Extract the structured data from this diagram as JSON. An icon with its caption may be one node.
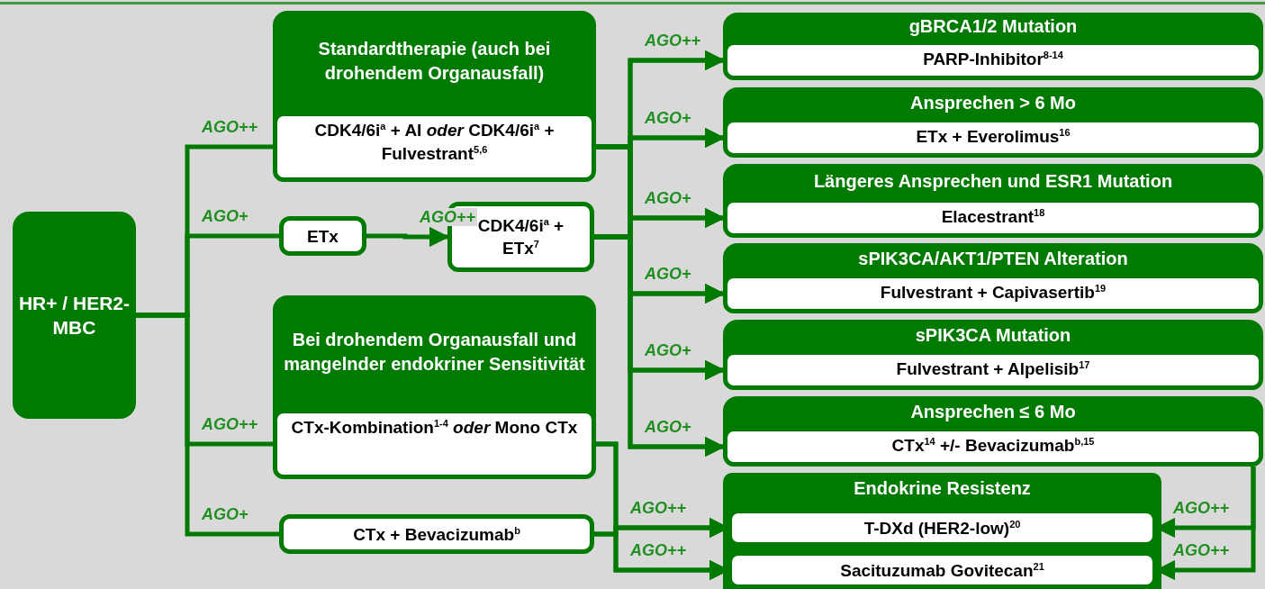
{
  "diagram": {
    "nodes": [
      {
        "text": [
          "HR+ / HER2- MBC"
        ]
      },
      {
        "text": [
          "Standardtherapie (auch bei drohendem Organausfall)",
          "CDK4/6i$^{a}$ + AI *oder* CDK4/6i$^{a}$ + Fulvestrant$^{5,6}$"
        ]
      },
      {
        "text": [
          "ETx"
        ]
      },
      {
        "text": [
          "CDK4/6i$^{a}$ + ETx$^{7}$"
        ]
      },
      {
        "text": [
          "Bei drohendem Organausfall und mangelnder endokriner Sensitivität",
          "CTx-Kombination$^{1-4}$ *oder* Mono CTx"
        ]
      },
      {
        "text": [
          "CTx + Bevacizumab$^{b}$"
        ]
      },
      {
        "text": [
          "gBRCA1/2 Mutation",
          "PARP-Inhibitor$^{8-14}$"
        ]
      },
      {
        "text": [
          "Ansprechen > 6 Mo",
          "ETx + Everolimus$^{16}$"
        ]
      },
      {
        "text": [
          "Längeres Ansprechen und ESR1 Mutation",
          "Elacestrant$^{18}$"
        ]
      },
      {
        "text": [
          "sPIK3CA/AKT1/PTEN Alteration",
          "Fulvestrant + Capivasertib$^{19}$"
        ]
      },
      {
        "text": [
          "sPIK3CA Mutation",
          "Fulvestrant + Alpelisib$^{17}$"
        ]
      },
      {
        "text": [
          "Ansprechen ≤ 6 Mo",
          "CTx$^{14}$ +/- Bevacizumab$^{b,15}$"
        ]
      },
      {
        "text": [
          "Endokrine Resistenz"
        ]
      },
      {
        "text": [
          "T-DXd (HER2-low)$^{20}$"
        ],
        "in": 12
      },
      {
        "text": [
          "Sacituzumab Govitecan$^{21}$"
        ],
        "in": 12
      }
    ],
    "edges": [
      {
        "from": 0,
        "to": 1,
        "arrow": "none",
        "label": "AGO++"
      },
      {
        "from": 0,
        "to": 2,
        "arrow": "none",
        "label": "AGO+"
      },
      {
        "from": 0,
        "to": 4,
        "arrow": "none",
        "label": "AGO++"
      },
      {
        "from": 0,
        "to": 5,
        "arrow": "none",
        "label": "AGO+"
      },
      {
        "from": 2,
        "to": 3,
        "arrow": "to",
        "label": "AGO++"
      },
      {
        "from": 1,
        "to": 6,
        "arrow": "to",
        "label": "AGO++"
      },
      {
        "from": 1,
        "to": 7,
        "arrow": "to",
        "label": "AGO+"
      },
      {
        "from": 1,
        "to": 8,
        "arrow": "to",
        "label": "AGO+"
      },
      {
        "from": 1,
        "to": 9,
        "arrow": "to",
        "label": "AGO+"
      },
      {
        "from": 1,
        "to": 10,
        "arrow": "to",
        "label": "AGO+"
      },
      {
        "from": 1,
        "to": 11,
        "arrow": "to",
        "label": "AGO+"
      },
      {
        "from": 3,
        "to": 6,
        "arrow": "to"
      },
      {
        "from": 3,
        "to": 7,
        "arrow": "to"
      },
      {
        "from": 3,
        "to": 8,
        "arrow": "to"
      },
      {
        "from": 3,
        "to": 9,
        "arrow": "to"
      },
      {
        "from": 3,
        "to": 10,
        "arrow": "to"
      },
      {
        "from": 3,
        "to": 11,
        "arrow": "to"
      },
      {
        "from": 4,
        "to": 13,
        "arrow": "to",
        "label": "AGO++"
      },
      {
        "from": 4,
        "to": 14,
        "arrow": "to",
        "label": "AGO++"
      },
      {
        "from": 5,
        "to": 13,
        "arrow": "to"
      },
      {
        "from": 5,
        "to": 14,
        "arrow": "to"
      },
      {
        "from": 11,
        "to": 13,
        "arrow": "to",
        "label": "AGO++"
      },
      {
        "from": 11,
        "to": 14,
        "arrow": "to",
        "label": "AGO++"
      }
    ]
  }
}
